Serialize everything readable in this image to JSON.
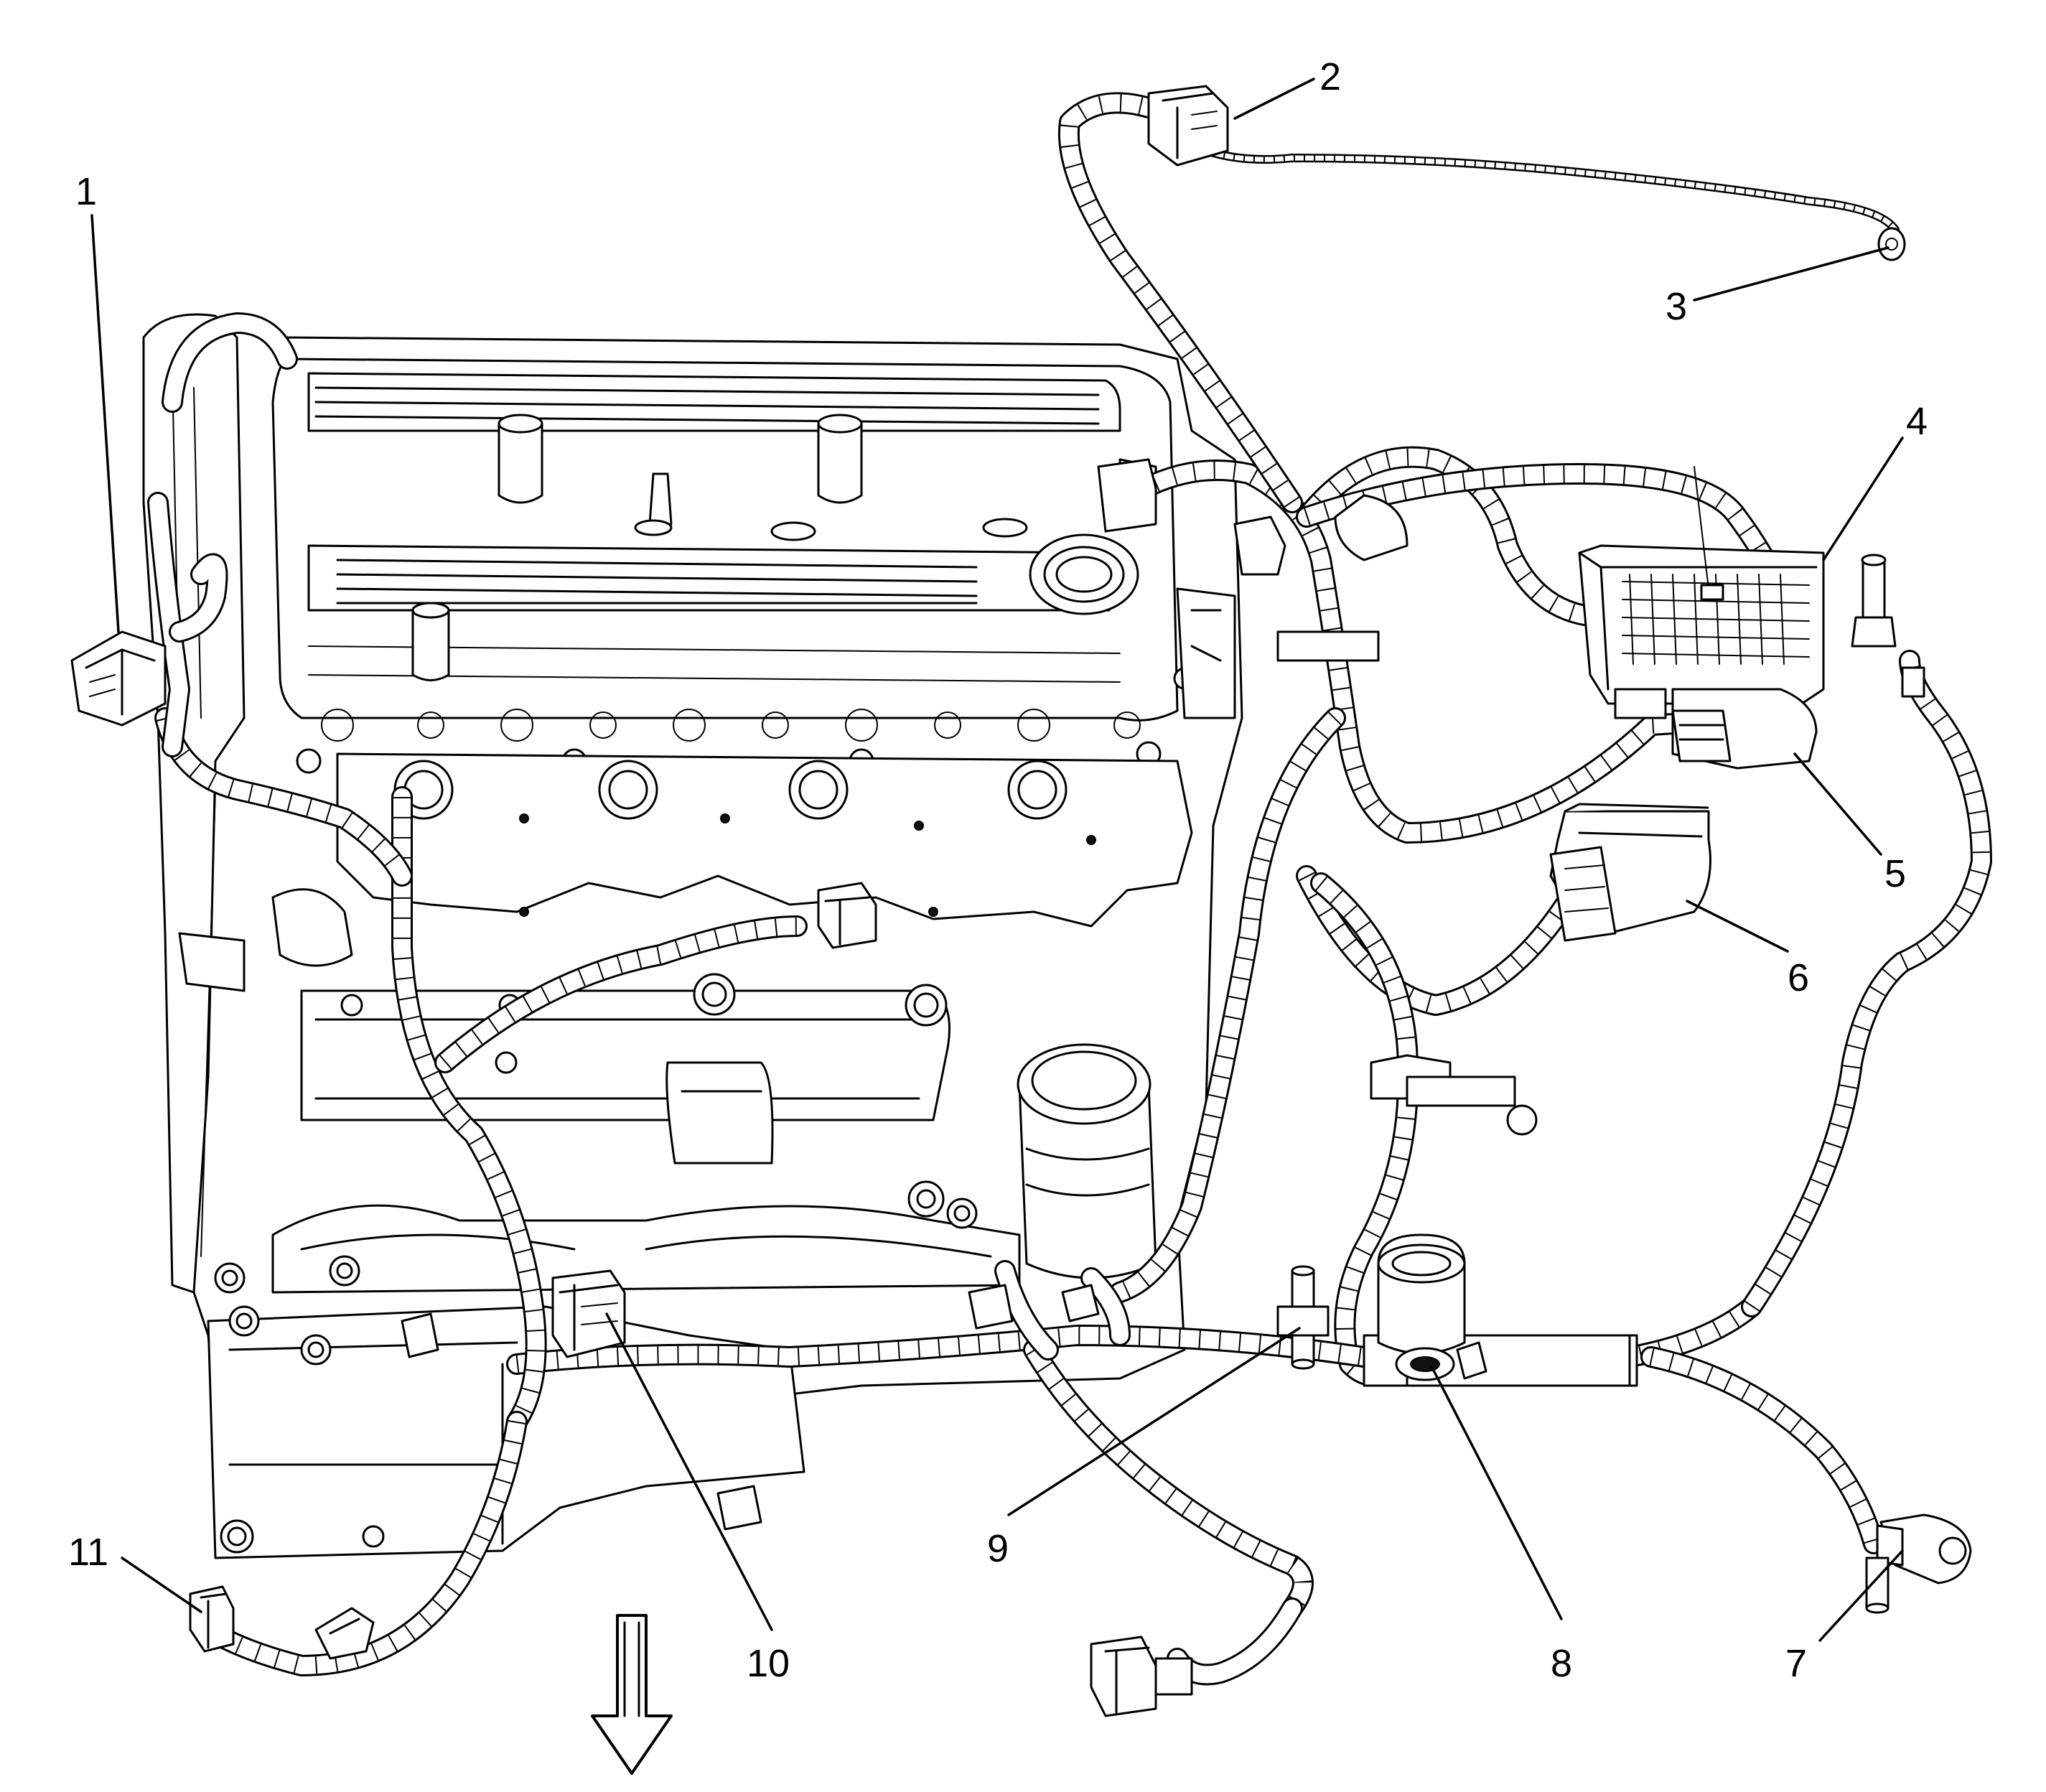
{
  "diagram": {
    "callouts": [
      {
        "id": "1",
        "label": "1"
      },
      {
        "id": "2",
        "label": "2"
      },
      {
        "id": "3",
        "label": "3"
      },
      {
        "id": "4",
        "label": "4"
      },
      {
        "id": "5",
        "label": "5"
      },
      {
        "id": "6",
        "label": "6"
      },
      {
        "id": "7",
        "label": "7"
      },
      {
        "id": "8",
        "label": "8"
      },
      {
        "id": "9",
        "label": "9"
      },
      {
        "id": "10",
        "label": "10"
      },
      {
        "id": "11",
        "label": "11"
      }
    ],
    "icons": {
      "direction_arrow": "down-arrow-icon"
    }
  }
}
